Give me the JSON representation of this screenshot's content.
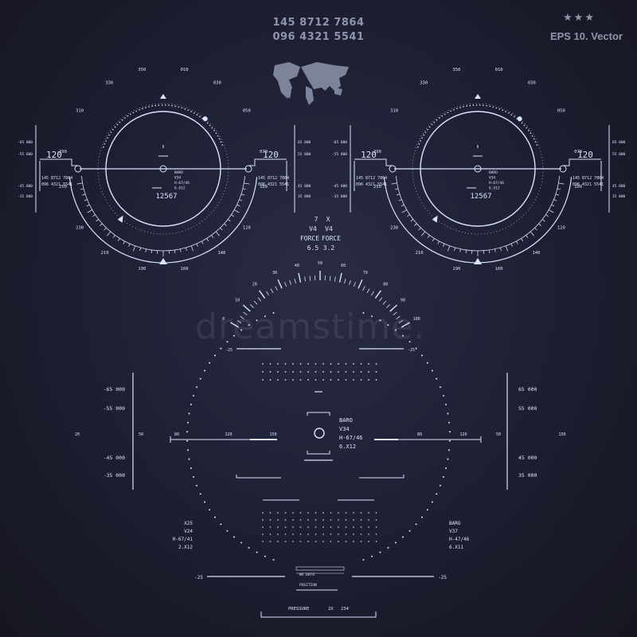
{
  "header": {
    "line1": "145 8712 7864",
    "line2": "096 4321 5541",
    "eps": "EPS 10. Vector",
    "stars": "★★★"
  },
  "watermark": "dreamstime.",
  "left_gauge": {
    "heading": "120",
    "heading_right": "120",
    "readout": "12567",
    "compass": [
      "350",
      "010",
      "330",
      "030",
      "310",
      "050",
      "290",
      "070",
      "250",
      "100",
      "230",
      "120",
      "210",
      "140",
      "190",
      "160"
    ],
    "info_left": [
      "145 8712 7864",
      "096 4321 5541"
    ],
    "info_right": [
      "145 8712 7864",
      "096 4321 5541"
    ],
    "baro": [
      "BARO",
      "V34",
      "H-67/46",
      "6.X12"
    ],
    "scale_left": [
      "-65 000",
      "-55 000",
      "-45 000",
      "-35 000"
    ],
    "scale_right": [
      "65 000",
      "55 000",
      "45 000",
      "35 000"
    ]
  },
  "right_gauge": {
    "heading": "120",
    "heading_right": "120",
    "readout": "12567",
    "compass": [
      "350",
      "010",
      "330",
      "030",
      "310",
      "050",
      "290",
      "070",
      "250",
      "100",
      "230",
      "120",
      "210",
      "140",
      "190",
      "160"
    ],
    "info_left": [
      "145 8712 7864",
      "096 4321 5541"
    ],
    "info_right": [
      "145 8712 7864",
      "096 4321 5541"
    ],
    "baro": [
      "BARO",
      "V34",
      "H-67/46",
      "6.X12"
    ],
    "scale_left": [
      "-65 000",
      "-55 000",
      "-45 000",
      "-35 000"
    ],
    "scale_right": [
      "65 000",
      "55 000",
      "45 000",
      "35 000"
    ]
  },
  "center_block": {
    "row1": [
      "7",
      "X"
    ],
    "row2": [
      "V4",
      "V4"
    ],
    "row3": [
      "FORCE",
      "FORCE"
    ],
    "row4": [
      "6.5",
      "3.2"
    ]
  },
  "arc_scale": [
    "0",
    "10",
    "20",
    "30",
    "40",
    "50",
    "60",
    "70",
    "80",
    "90",
    "100"
  ],
  "main": {
    "top_left_tick": "-25",
    "top_right_tick": "-25",
    "bottom_left_tick": "-25",
    "bottom_right_tick": "-25",
    "left_scale": [
      "-65 000",
      "-55 000",
      "-45 000",
      "-35 000"
    ],
    "right_scale": [
      "65 000",
      "55 000",
      "45 000",
      "35 000"
    ],
    "horizon_labels": [
      "20",
      "50",
      "80",
      "120",
      "150",
      "80",
      "120",
      "50",
      "150"
    ],
    "baro": [
      "BARO",
      "V34",
      "H-67/46",
      "6.X12"
    ],
    "lower_left": [
      "X25",
      "V24",
      "H-67/41",
      "2.X12"
    ],
    "lower_right": [
      "BARO",
      "V37",
      "H-47/46",
      "6.X11"
    ],
    "wx_data": "WX DATA",
    "position": "POSITION",
    "pressure": "PRESSURE",
    "pressure_mult": "2X",
    "pressure_val": "234"
  },
  "colors": {
    "line": "#d8e4ff",
    "dim": "#8e95ad",
    "bg": "#1d1e31"
  }
}
